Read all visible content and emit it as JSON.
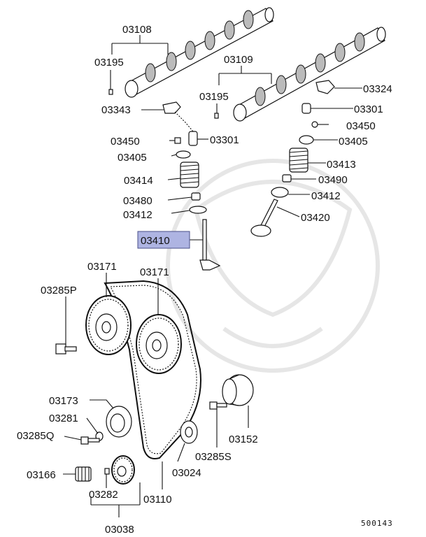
{
  "labels": {
    "cam_left": "03108",
    "cam_right": "03109",
    "pin_left": "03195",
    "pin_right": "03195",
    "rocker_left": "03343",
    "rocker_right": "03324",
    "lifter_left": "03301",
    "lifter_right": "03301",
    "adjuster_left": "03450",
    "adjuster_right": "03450",
    "retainer_left": "03405",
    "retainer_right": "03405",
    "spring_left": "03414",
    "spring_right": "03413",
    "seal_left": "03480",
    "seal_right": "03490",
    "seat_left": "03412",
    "seat_right": "03412",
    "valve_left": "03410",
    "valve_right": "03420",
    "sprocket_left": "03171",
    "sprocket_right": "03171",
    "bolt_cam": "03285P",
    "tensioner": "03173",
    "washer": "03281",
    "bolt_tensioner": "03285Q",
    "spring_tensioner": "03166",
    "key": "03282",
    "crank_sprocket": "03038",
    "belt": "03110",
    "flange": "03024",
    "bolt_idler": "03285S",
    "idler": "03152",
    "ref_code": "500143"
  },
  "colors": {
    "highlight": "#aeb4e2",
    "ink": "#111111"
  }
}
